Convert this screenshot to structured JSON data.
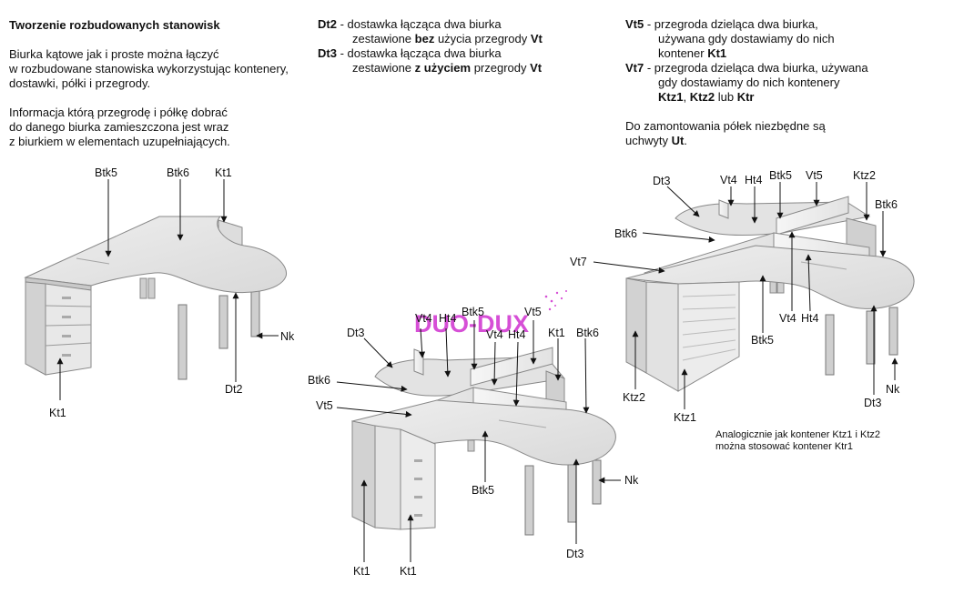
{
  "intro": {
    "title": "Tworzenie rozbudowanych stanowisk",
    "para1": [
      "Biurka kątowe jak i proste można łączyć",
      "w rozbudowane stanowiska wykorzystując kontenery,",
      "dostawki, półki i przegrody."
    ],
    "para2": [
      "Informacja którą przegrodę i półkę dobrać",
      "do danego biurka zamieszczona jest wraz",
      "z biurkiem w elementach uzupełniających."
    ]
  },
  "middle_legend": {
    "dt2": {
      "code": "Dt2",
      "line1": " - dostawka łącząca dwa biurka",
      "line2a": "zestawione ",
      "line2b": "bez",
      "line2c": " użycia przegrody ",
      "line2d": "Vt"
    },
    "dt3": {
      "code": "Dt3",
      "line1": " - dostawka łącząca dwa biurka",
      "line2a": "zestawione ",
      "line2b": "z użyciem",
      "line2c": " przegrody ",
      "line2d": "Vt"
    }
  },
  "right_legend": {
    "vt5": {
      "code": "Vt5",
      "line1": " - przegroda dzieląca dwa biurka,",
      "line2": "używana gdy dostawiamy do nich",
      "line3a": "kontener ",
      "line3b": "Kt1"
    },
    "vt7": {
      "code": "Vt7",
      "line1": " - przegroda dzieląca dwa biurka, używana",
      "line2": "gdy dostawiamy do nich kontenery",
      "line3a": "Ktz1",
      "line3b": ", ",
      "line3c": "Ktz2",
      "line3d": " lub ",
      "line3e": "Ktr"
    },
    "shelves": {
      "line1": "Do zamontowania półek niezbędne są",
      "line2a": "uchwyty ",
      "line2b": "Ut",
      "line2c": "."
    }
  },
  "note": [
    "Analogicznie jak kontener Ktz1 i Ktz2",
    "można stosować kontener Ktr1"
  ],
  "logo": {
    "text": "DUO-DUX",
    "color": "#d64fd6"
  },
  "diagram1_labels": {
    "btk5": "Btk5",
    "btk6": "Btk6",
    "kt1_top": "Kt1",
    "nk": "Nk",
    "dt2": "Dt2",
    "kt1_bottom": "Kt1"
  },
  "diagram2_labels": {
    "dt3_left": "Dt3",
    "vt4": "Vt4",
    "ht4_top": "Ht4",
    "btk5_top": "Btk5",
    "vt5_top": "Vt5",
    "btk6_left": "Btk6",
    "vt5_left": "Vt5",
    "vt4b": "Vt4",
    "ht4b": "Ht4",
    "kt1_mid": "Kt1",
    "btk6_right": "Btk6",
    "btk5_bottom": "Btk5",
    "nk": "Nk",
    "dt3_bottom": "Dt3",
    "kt1_a": "Kt1",
    "kt1_b": "Kt1"
  },
  "diagram3_labels": {
    "dt3_top": "Dt3",
    "vt4": "Vt4",
    "ht4": "Ht4",
    "btk5_top": "Btk5",
    "vt5": "Vt5",
    "ktz2_top": "Ktz2",
    "btk6_right": "Btk6",
    "btk6_left": "Btk6",
    "vt7": "Vt7",
    "vt4b": "Vt4",
    "ht4b": "Ht4",
    "btk5_mid": "Btk5",
    "ktz2_left": "Ktz2",
    "ktz1": "Ktz1",
    "dt3_bottom": "Dt3",
    "nk": "Nk"
  }
}
